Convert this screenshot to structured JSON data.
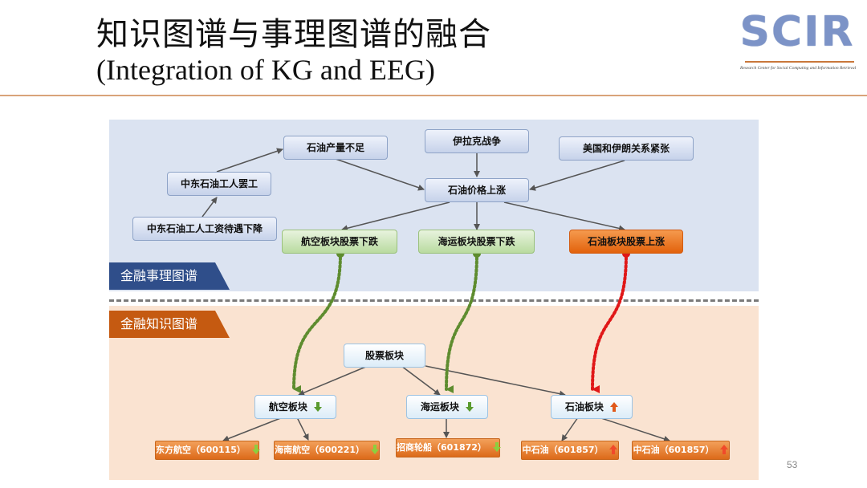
{
  "slide": {
    "title_zh": "知识图谱与事理图谱的融合",
    "title_en": "(Integration of KG and EEG)",
    "page_number": "53"
  },
  "logo": {
    "text": "SCIR",
    "subtitle": "Research Center for Social Computing and Information Retrieval"
  },
  "tabs": {
    "event_graph": "金融事理图谱",
    "knowledge_graph": "金融知识图谱"
  },
  "event_nodes": {
    "oil_shortage": "石油产量不足",
    "iraq_war": "伊拉克战争",
    "us_iran": "美国和伊朗关系紧张",
    "me_strike": "中东石油工人罢工",
    "me_pay_cut": "中东石油工人工资待遇下降",
    "oil_price_up": "石油价格上涨",
    "aviation_down": "航空板块股票下跌",
    "shipping_down": "海运板块股票下跌",
    "oil_up": "石油板块股票上涨"
  },
  "kg_nodes": {
    "stock_sector": "股票板块",
    "aviation": "航空板块",
    "shipping": "海运板块",
    "oil": "石油板块"
  },
  "stocks": [
    {
      "label": "东方航空（600115）",
      "trend": "down"
    },
    {
      "label": "海南航空（600221）",
      "trend": "down"
    },
    {
      "label": "招商轮船（601872）",
      "trend": "down"
    },
    {
      "label": "中石油（601857）",
      "trend": "up"
    },
    {
      "label": "中石油（601857）",
      "trend": "up"
    }
  ],
  "colors": {
    "down": "#5a9a2e",
    "up": "#e0581a",
    "link_green": "#5e8c2f",
    "link_red": "#e01818",
    "arrow": "#555555"
  }
}
